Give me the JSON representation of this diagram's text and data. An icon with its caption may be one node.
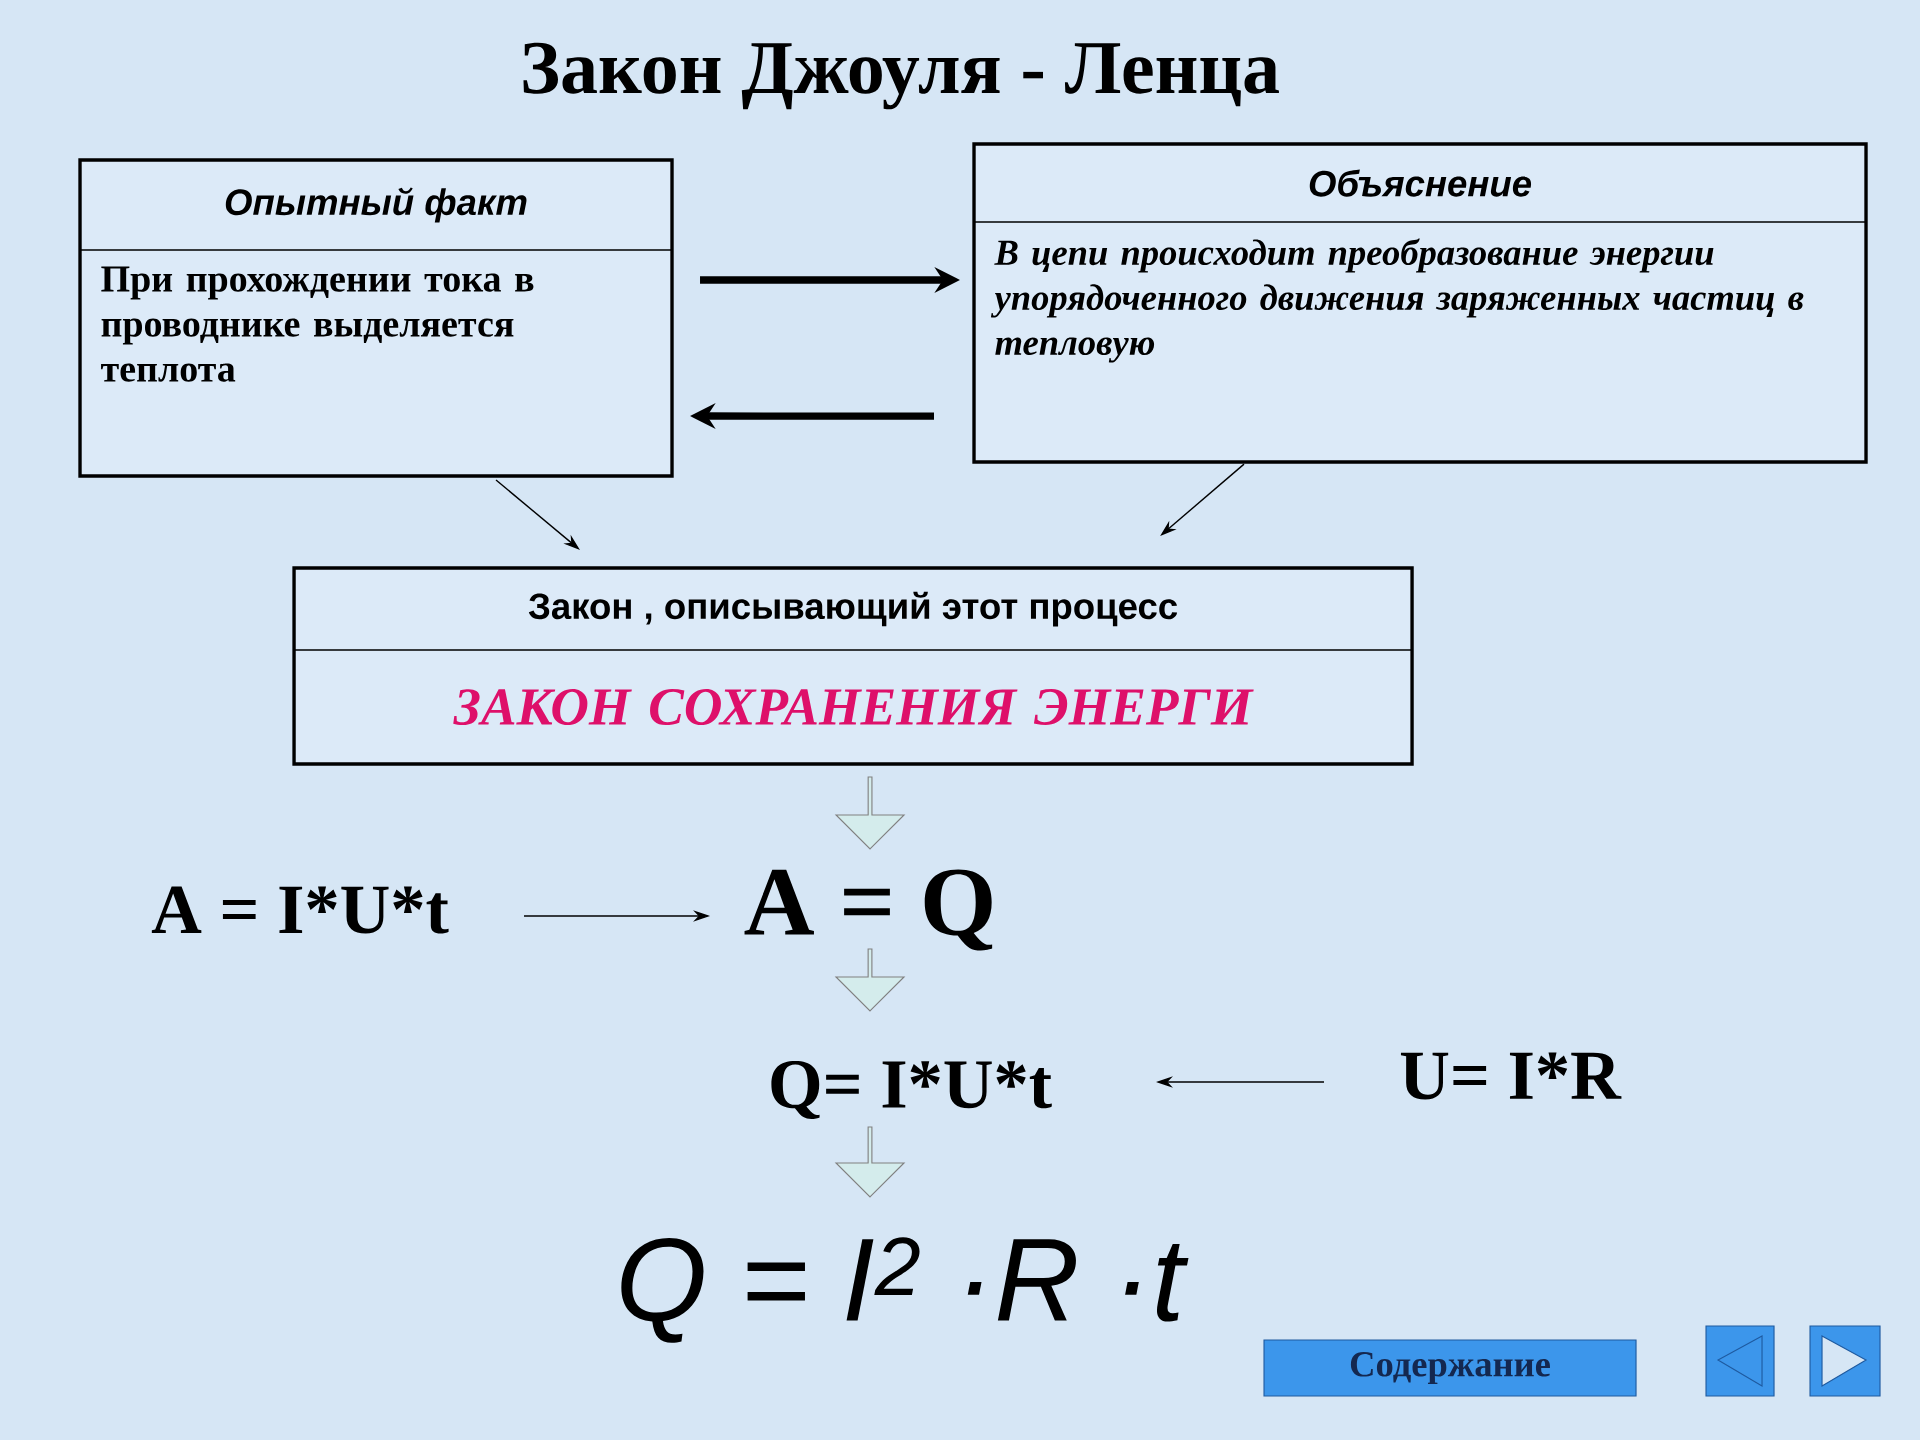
{
  "diagram": {
    "title": "Закон  Джоуля - Ленца",
    "nodes": [
      {
        "text": [
          "Опытный  факт",
          "При  прохождении  тока  в  проводнике  выделяется  теплота"
        ]
      },
      {
        "text": [
          "Объяснение",
          "В  цепи  происходит  преобразование  энергии  упорядоченного  движения  заряженных  частиц  в   тепловую"
        ]
      },
      {
        "text": [
          "Закон ,  описывающий  этот  процесс",
          "ЗАКОН  СОХРАНЕНИЯ  ЭНЕРГИ"
        ]
      },
      {
        "text": [
          "A = I*U*t"
        ]
      },
      {
        "text": [
          "A = Q"
        ]
      },
      {
        "text": [
          "Q= I*U*t"
        ]
      },
      {
        "text": [
          "U= I*R"
        ]
      },
      {
        "text": [
          "Q = I$^{2}$  ·R  ·t"
        ]
      }
    ],
    "edges": [
      {
        "from": 0,
        "to": 1,
        "arrow": "to",
        "style": "thick"
      },
      {
        "from": 1,
        "to": 0,
        "arrow": "to",
        "style": "thick"
      },
      {
        "from": 0,
        "to": 2,
        "arrow": "to"
      },
      {
        "from": 1,
        "to": 2,
        "arrow": "to"
      },
      {
        "from": 2,
        "to": 4,
        "arrow": "to",
        "color": "#d4ecec"
      },
      {
        "from": 3,
        "to": 4,
        "arrow": "to"
      },
      {
        "from": 4,
        "to": 5,
        "arrow": "to",
        "color": "#d4ecec"
      },
      {
        "from": 6,
        "to": 5,
        "arrow": "to"
      },
      {
        "from": 5,
        "to": 7,
        "arrow": "to",
        "color": "#d4ecec"
      }
    ],
    "labels": [
      "Содержание"
    ]
  }
}
